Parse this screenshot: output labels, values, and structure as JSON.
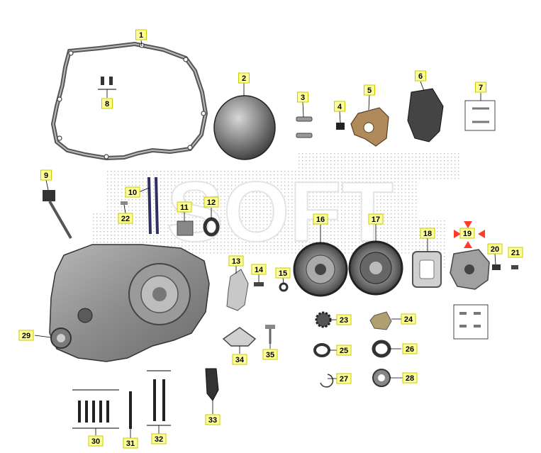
{
  "diagram": {
    "callouts": [
      {
        "n": "1"
      },
      {
        "n": "2"
      },
      {
        "n": "3"
      },
      {
        "n": "4"
      },
      {
        "n": "5"
      },
      {
        "n": "6"
      },
      {
        "n": "7"
      },
      {
        "n": "8"
      },
      {
        "n": "9"
      },
      {
        "n": "10"
      },
      {
        "n": "11"
      },
      {
        "n": "12"
      },
      {
        "n": "13"
      },
      {
        "n": "14"
      },
      {
        "n": "15"
      },
      {
        "n": "16"
      },
      {
        "n": "17"
      },
      {
        "n": "18"
      },
      {
        "n": "19"
      },
      {
        "n": "20"
      },
      {
        "n": "21"
      },
      {
        "n": "22"
      },
      {
        "n": "23"
      },
      {
        "n": "24"
      },
      {
        "n": "25"
      },
      {
        "n": "26"
      },
      {
        "n": "27"
      },
      {
        "n": "28"
      },
      {
        "n": "29"
      },
      {
        "n": "30"
      },
      {
        "n": "31"
      },
      {
        "n": "32"
      },
      {
        "n": "33"
      },
      {
        "n": "34"
      },
      {
        "n": "35"
      }
    ],
    "watermark": "SOFT",
    "colors": {
      "callout_fill": "#ffff99",
      "callout_border": "#c8c800",
      "part_gray": "#9a9a9a",
      "part_dark": "#555555",
      "gasket_brown": "#b08a5a",
      "marker_red": "#ff3b30"
    }
  }
}
